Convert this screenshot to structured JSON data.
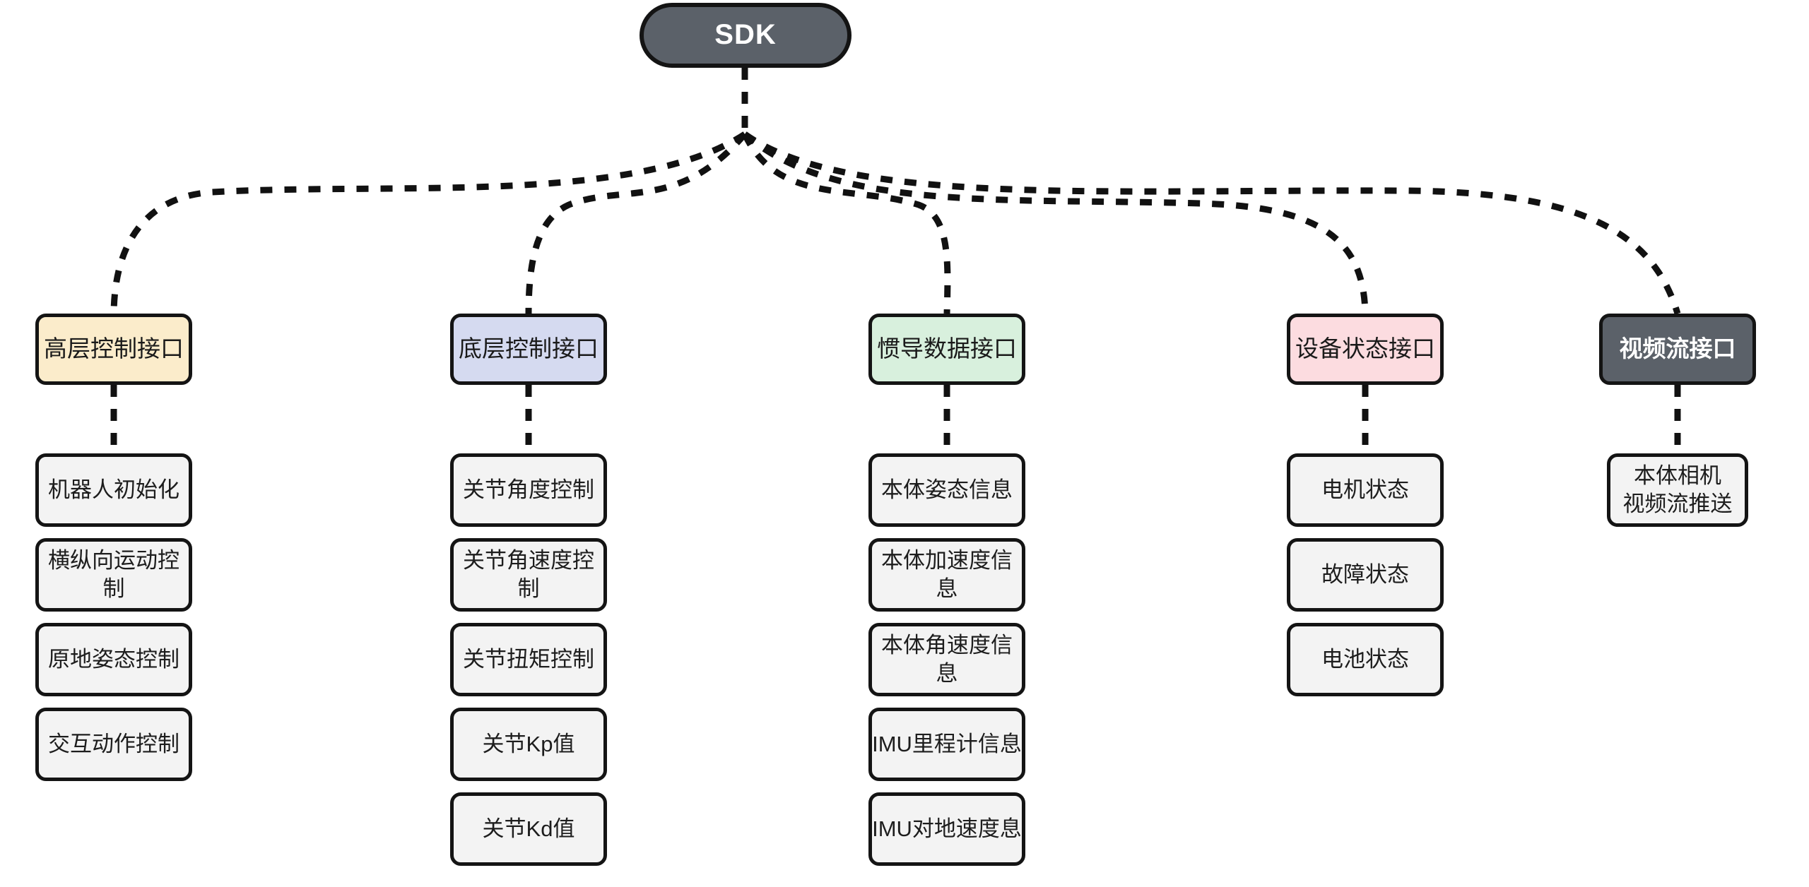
{
  "diagram": {
    "title_node": {
      "label": "SDK",
      "fill": "#5b6169",
      "text_color": "#ffffff"
    },
    "background": "#ffffff",
    "edge_color": "#111111",
    "edge_style": "dashed",
    "columns": [
      {
        "id": "high-level-control",
        "category": {
          "label": "高层控制接口",
          "fill": "#fbeccb",
          "text_color": "#1a1a1a"
        },
        "leaves": [
          {
            "label": "机器人初始化"
          },
          {
            "label": "横纵向运动控制"
          },
          {
            "label": "原地姿态控制"
          },
          {
            "label": "交互动作控制"
          }
        ]
      },
      {
        "id": "low-level-control",
        "category": {
          "label": "底层控制接口",
          "fill": "#d5daf0",
          "text_color": "#1a1a1a"
        },
        "leaves": [
          {
            "label": "关节角度控制"
          },
          {
            "label": "关节角速度控制"
          },
          {
            "label": "关节扭矩控制"
          },
          {
            "label": "关节Kp值"
          },
          {
            "label": "关节Kd值"
          }
        ]
      },
      {
        "id": "imu-data",
        "category": {
          "label": "惯导数据接口",
          "fill": "#d8f0dd",
          "text_color": "#1a1a1a"
        },
        "leaves": [
          {
            "label": "本体姿态信息"
          },
          {
            "label": "本体加速度信息"
          },
          {
            "label": "本体角速度信息"
          },
          {
            "label": "IMU里程计信息"
          },
          {
            "label": "IMU对地速度息"
          }
        ]
      },
      {
        "id": "device-status",
        "category": {
          "label": "设备状态接口",
          "fill": "#fcdce0",
          "text_color": "#1a1a1a"
        },
        "leaves": [
          {
            "label": "电机状态"
          },
          {
            "label": "故障状态"
          },
          {
            "label": "电池状态"
          }
        ]
      },
      {
        "id": "video-stream",
        "category": {
          "label": "视频流接口",
          "fill": "#5b6169",
          "text_color": "#ffffff"
        },
        "leaves": [
          {
            "label": "本体相机\n视频流推送"
          }
        ]
      }
    ]
  }
}
